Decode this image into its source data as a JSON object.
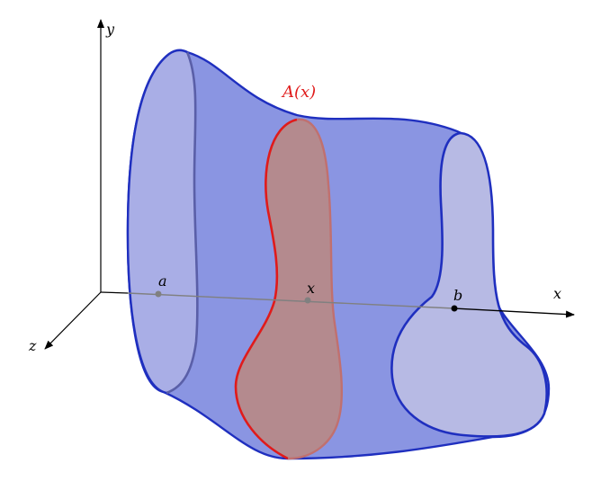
{
  "diagram": {
    "labels": {
      "y_axis": "y",
      "x_axis": "x",
      "z_axis": "z",
      "point_a": "a",
      "point_x": "x",
      "point_b": "b",
      "cross_section": "A(x)"
    },
    "colors": {
      "solid_fill": "#8a95e2",
      "solid_stroke": "#1f2fbf",
      "end_cap_fill": "#a9aee6",
      "right_cap_fill": "#b7bae4",
      "cross_section_fill": "#b48a8e",
      "cross_section_stroke": "#e01b1b",
      "cross_section_label": "#e01b1b",
      "axis": "#000000",
      "center_line": "#808080",
      "left_cap_hidden_edge": "#5a5fa8"
    }
  }
}
